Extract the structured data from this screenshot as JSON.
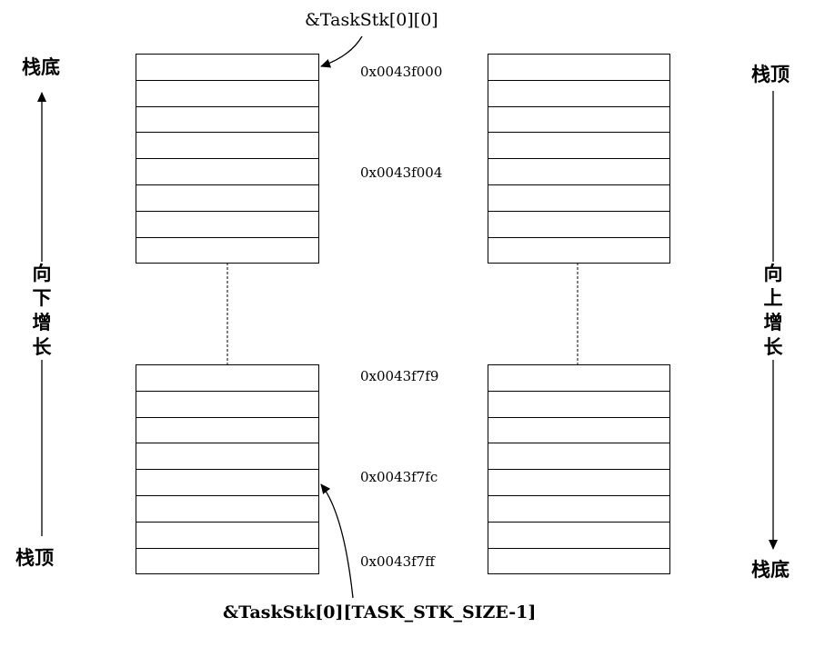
{
  "left_axis": {
    "top_label": "栈底",
    "bottom_label": "栈顶",
    "direction_chars": [
      "向",
      "下",
      "增",
      "长"
    ]
  },
  "right_axis": {
    "top_label": "栈顶",
    "bottom_label": "栈底",
    "direction_chars": [
      "向",
      "上",
      "增",
      "长"
    ]
  },
  "pointers": {
    "first_element": "&TaskStk[0][0]",
    "last_element": "&TaskStk[0][TASK_STK_SIZE-1]"
  },
  "addresses": {
    "addr_1": "0x0043f000",
    "addr_2": "0x0043f004",
    "addr_3": "0x0043f7f9",
    "addr_4": "0x0043f7fc",
    "addr_5": "0x0043f7ff"
  },
  "stack_block": {
    "cells_per_block": 8
  }
}
